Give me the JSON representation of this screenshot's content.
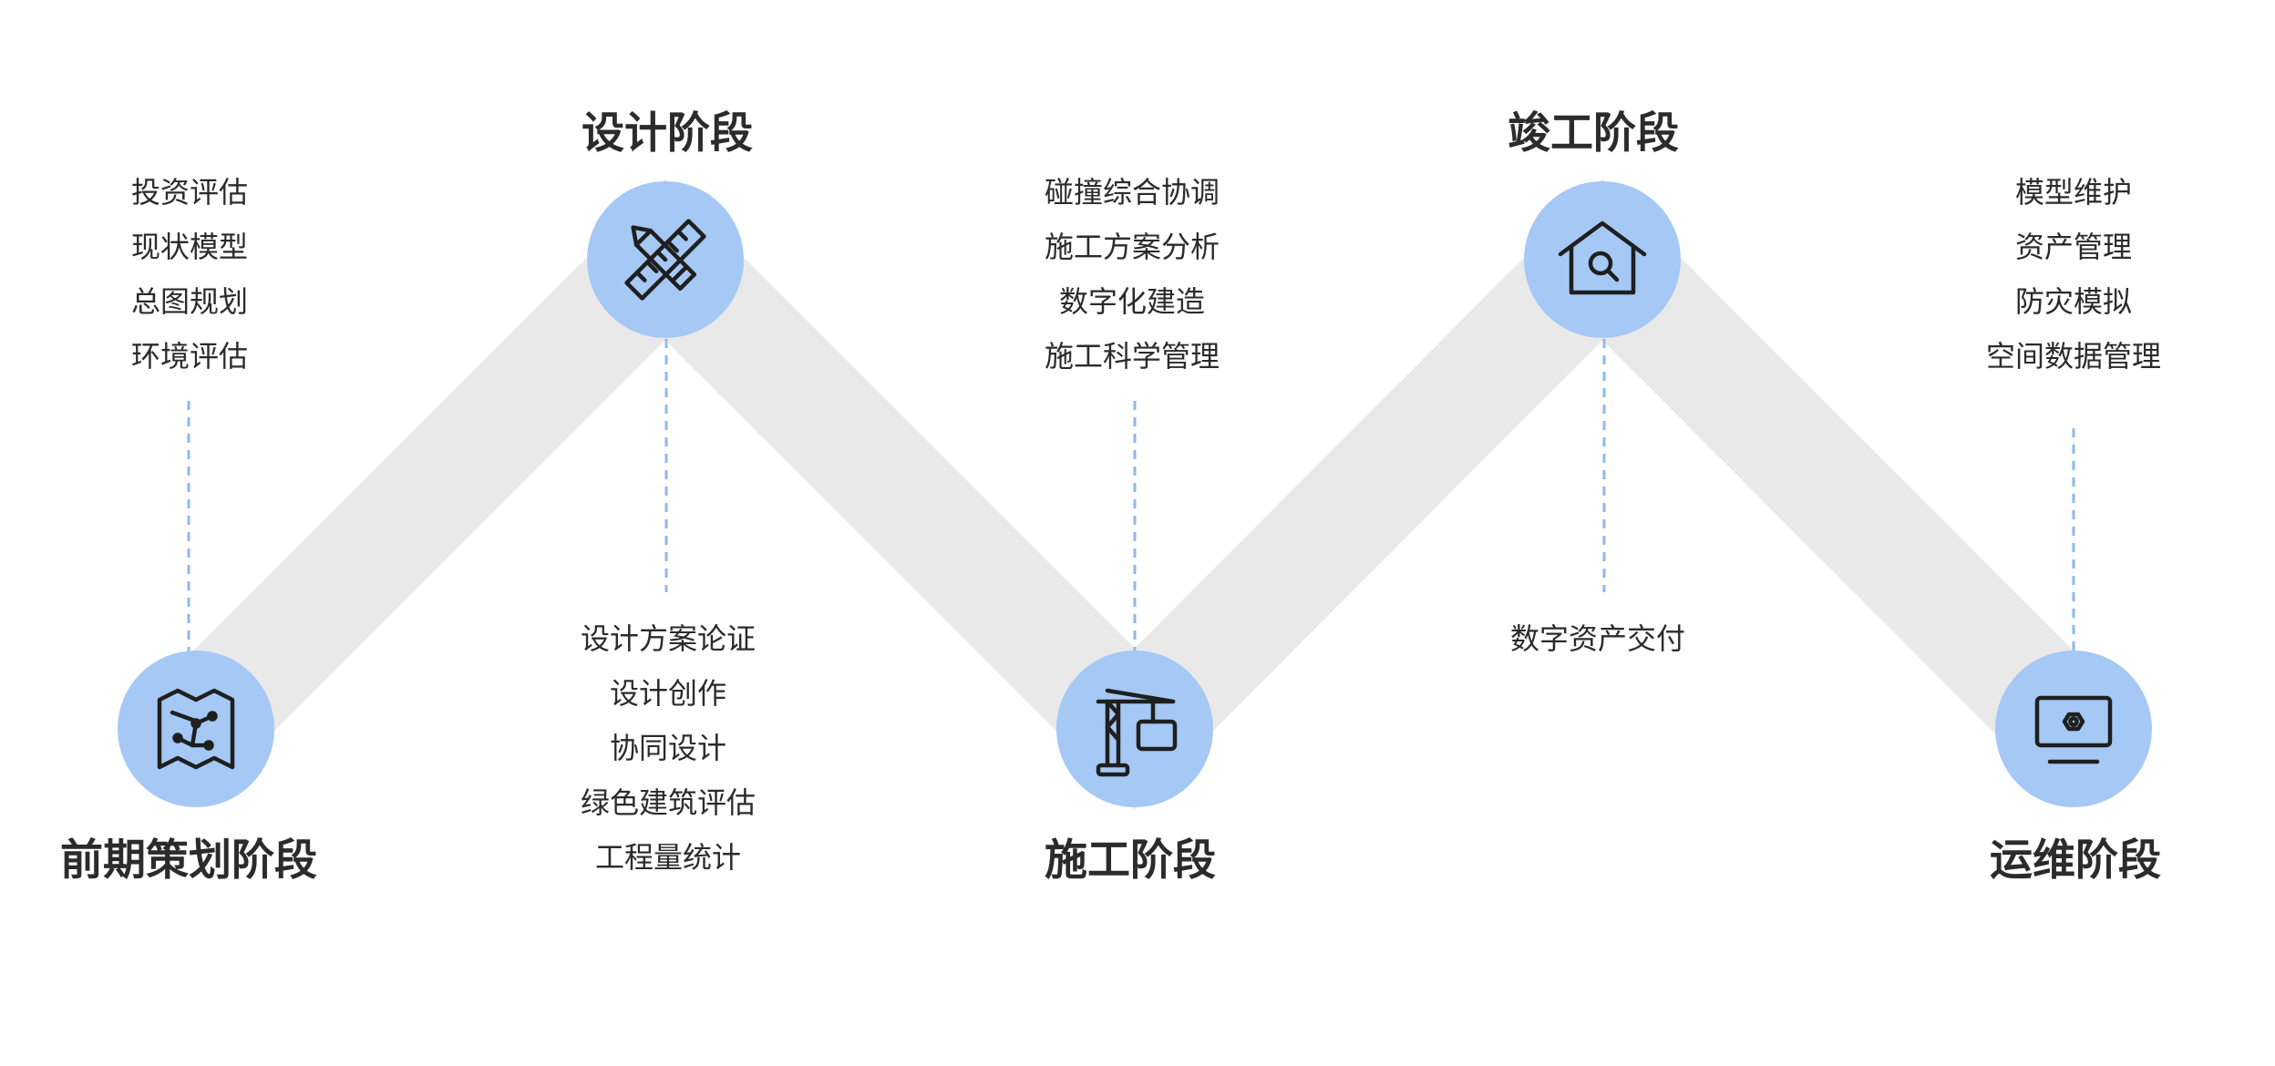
{
  "colors": {
    "band": "#e9e9e9",
    "node": "#a5c8f4",
    "connector": "#8fb9ea",
    "text": "#2b2b2b",
    "icon": "#1f1f1f"
  },
  "stages": [
    {
      "title": "前期策划阶段",
      "icon": "map-icon",
      "items": [
        "投资评估",
        "现状模型",
        "总图规划",
        "环境评估"
      ]
    },
    {
      "title": "设计阶段",
      "icon": "pencil-ruler-icon",
      "items": [
        "设计方案论证",
        "设计创作",
        "协同设计",
        "绿色建筑评估",
        "工程量统计"
      ]
    },
    {
      "title": "施工阶段",
      "icon": "crane-icon",
      "items": [
        "碰撞综合协调",
        "施工方案分析",
        "数字化建造",
        "施工科学管理"
      ]
    },
    {
      "title": "竣工阶段",
      "icon": "house-search-icon",
      "items": [
        "数字资产交付"
      ]
    },
    {
      "title": "运维阶段",
      "icon": "monitor-gear-icon",
      "items": [
        "模型维护",
        "资产管理",
        "防灾模拟",
        "空间数据管理"
      ]
    }
  ]
}
